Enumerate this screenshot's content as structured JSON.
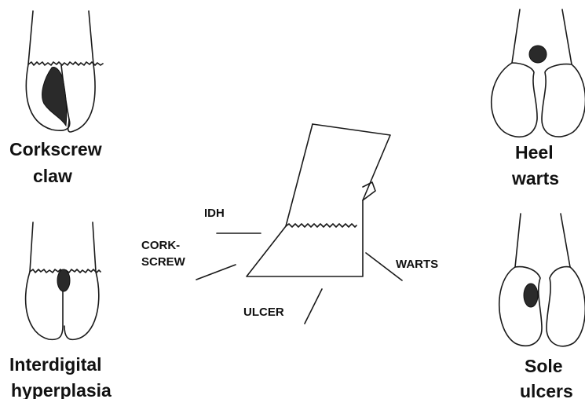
{
  "captions": {
    "corkscrew_claw": [
      "Corkscrew",
      "claw"
    ],
    "interdigital_hyperplasia": [
      "Interdigital",
      "hyperplasia"
    ],
    "heel_warts": [
      "Heel",
      "warts"
    ],
    "sole_ulcers": [
      "Sole",
      "ulcers"
    ]
  },
  "hoof_labels": {
    "idh": "IDH",
    "corkscrew": [
      "CORK-",
      "SCREW"
    ],
    "warts": "WARTS",
    "ulcer": "ULCER"
  },
  "colors": {
    "line": "#1a1a1a",
    "lesion": "#2a2a2a",
    "background": "#ffffff"
  }
}
